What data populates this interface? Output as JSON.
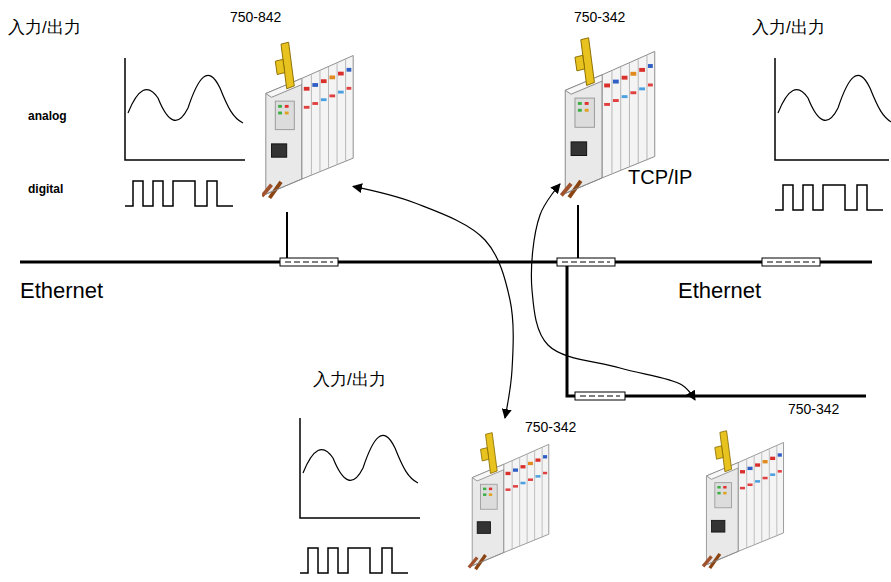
{
  "diagram": {
    "nodes": [
      {
        "text": [
          "750-842"
        ]
      },
      {
        "text": [
          "750-342"
        ]
      },
      {
        "text": [
          "750-342"
        ]
      },
      {
        "text": [
          "750-342"
        ]
      }
    ],
    "edges": [
      {
        "from": 0,
        "to": 2,
        "arrow": "both"
      },
      {
        "from": 1,
        "to": 3,
        "arrow": "both"
      }
    ],
    "labels": [
      "入力/出力",
      "analog",
      "digital",
      "入力/出力",
      "TCP/IP",
      "Ethernet",
      "Ethernet",
      "入力/出力"
    ]
  }
}
